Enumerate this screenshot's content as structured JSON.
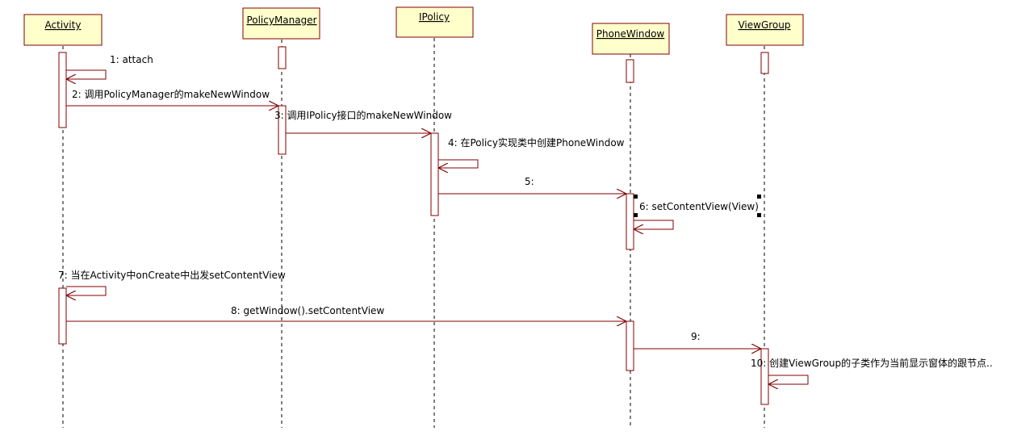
{
  "colors": {
    "head_fill": "#ffffcc",
    "head_stroke": "#800000",
    "line": "#800000",
    "lifeline": "#000000",
    "text": "#000000",
    "background": "#ffffff"
  },
  "lifelines": [
    {
      "id": "activity",
      "name": "Activity"
    },
    {
      "id": "policymanager",
      "name": "PolicyManager"
    },
    {
      "id": "ipolicy",
      "name": "IPolicy"
    },
    {
      "id": "phonewindow",
      "name": "PhoneWindow"
    },
    {
      "id": "viewgroup",
      "name": "ViewGroup"
    }
  ],
  "messages": [
    {
      "id": "m1",
      "label": "1: attach",
      "from": "activity",
      "to": "activity",
      "type": "self"
    },
    {
      "id": "m2",
      "label": "2: 调用PolicyManager的makeNewWindow",
      "from": "activity",
      "to": "policymanager",
      "type": "call"
    },
    {
      "id": "m3",
      "label": "3: 调用IPolicy接口的makeNewWindow",
      "from": "policymanager",
      "to": "ipolicy",
      "type": "call"
    },
    {
      "id": "m4",
      "label": "4: 在Policy实现类中创建PhoneWindow",
      "from": "ipolicy",
      "to": "ipolicy",
      "type": "self"
    },
    {
      "id": "m5",
      "label": "5:",
      "from": "ipolicy",
      "to": "phonewindow",
      "type": "call"
    },
    {
      "id": "m6",
      "label": "6: setContentView(View)",
      "from": "phonewindow",
      "to": "phonewindow",
      "type": "self"
    },
    {
      "id": "m7",
      "label": "7: 当在Activity中onCreate中出发setContentView",
      "from": "activity",
      "to": "activity",
      "type": "self"
    },
    {
      "id": "m8",
      "label": "8: getWindow().setContentView",
      "from": "activity",
      "to": "phonewindow",
      "type": "call"
    },
    {
      "id": "m9",
      "label": "9:",
      "from": "phonewindow",
      "to": "viewgroup",
      "type": "call"
    },
    {
      "id": "m10",
      "label": "10: 创建ViewGroup的子类作为当前显示窗体的跟节点..",
      "from": "viewgroup",
      "to": "viewgroup",
      "type": "self"
    }
  ]
}
